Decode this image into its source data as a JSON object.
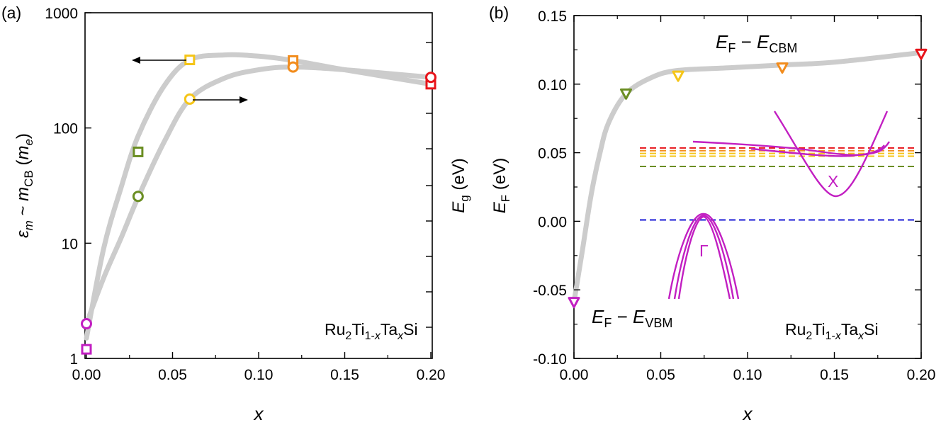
{
  "chart_data": [
    {
      "panel": "(a)",
      "type": "scatter",
      "xlabel": "x",
      "ylabel": "ε_m ~ m_CB (m_e)",
      "ylabel_right": "E_g (eV)",
      "xlim": [
        0,
        0.2
      ],
      "ylim": [
        1,
        1000
      ],
      "yscale": "log",
      "x_ticks": [
        "0.00",
        "0.05",
        "0.10",
        "0.15",
        "0.20"
      ],
      "y_ticks": [
        "1",
        "10",
        "100",
        "1000"
      ],
      "annotation": "Ru2Ti1-xTaxSi",
      "series": [
        {
          "marker": "square",
          "x": [
            0,
            0.03,
            0.06,
            0.12,
            0.2
          ],
          "y": [
            1.2,
            62,
            390,
            385,
            240
          ],
          "colors": [
            "#c21fc2",
            "#6b8e23",
            "#f5c518",
            "#f28c1c",
            "#e8141a"
          ]
        },
        {
          "marker": "circle",
          "x": [
            0,
            0.03,
            0.06,
            0.12,
            0.2
          ],
          "y": [
            2.0,
            25.5,
            178,
            338,
            275
          ],
          "colors": [
            "#c21fc2",
            "#6b8e23",
            "#f5c518",
            "#f28c1c",
            "#e8141a"
          ]
        }
      ],
      "guide_curves": [
        {
          "x": [
            0,
            0.01,
            0.02,
            0.03,
            0.045,
            0.06,
            0.08,
            0.1,
            0.12,
            0.15,
            0.2
          ],
          "y": [
            1.5,
            9,
            30,
            85,
            230,
            390,
            430,
            420,
            385,
            320,
            240
          ]
        },
        {
          "x": [
            0,
            0.01,
            0.02,
            0.03,
            0.045,
            0.06,
            0.08,
            0.1,
            0.12,
            0.15,
            0.2
          ],
          "y": [
            2.0,
            5,
            11,
            25,
            75,
            178,
            270,
            320,
            338,
            320,
            275
          ]
        }
      ]
    },
    {
      "panel": "(b)",
      "type": "scatter",
      "xlabel": "x",
      "ylabel": "E_F (eV)",
      "xlim": [
        0,
        0.2
      ],
      "ylim": [
        -0.1,
        0.15
      ],
      "x_ticks": [
        "0.00",
        "0.05",
        "0.10",
        "0.15",
        "0.20"
      ],
      "y_ticks": [
        "-0.10",
        "-0.05",
        "0.00",
        "0.05",
        "0.10",
        "0.15"
      ],
      "annotation": "Ru2Ti1-xTaxSi",
      "band_labels": [
        "X",
        "Γ"
      ],
      "series": [
        {
          "marker": "triangle-down",
          "x": [
            0,
            0.03,
            0.06,
            0.12,
            0.2
          ],
          "y": [
            -0.059,
            0.093,
            0.106,
            0.112,
            0.122
          ],
          "colors": [
            "#c21fc2",
            "#6b8e23",
            "#f5c518",
            "#f28c1c",
            "#e8141a"
          ]
        }
      ],
      "guide_curve": {
        "x": [
          0,
          0.005,
          0.01,
          0.015,
          0.02,
          0.03,
          0.045,
          0.06,
          0.09,
          0.12,
          0.15,
          0.2
        ],
        "y": [
          -0.059,
          -0.02,
          0.02,
          0.05,
          0.072,
          0.093,
          0.105,
          0.11,
          0.112,
          0.114,
          0.116,
          0.123
        ]
      },
      "level_lines": [
        {
          "y": 0.0535,
          "color": "#e8141a"
        },
        {
          "y": 0.0515,
          "color": "#f28c1c"
        },
        {
          "y": 0.0495,
          "color": "#f5c518"
        },
        {
          "y": 0.0475,
          "color": "#f5c518"
        },
        {
          "y": 0.04,
          "color": "#6b8e23"
        },
        {
          "y": 0.001,
          "color": "#1a1ad6"
        }
      ]
    }
  ],
  "colors": {
    "guide": "#cccccc",
    "band": "#c21fc2"
  }
}
